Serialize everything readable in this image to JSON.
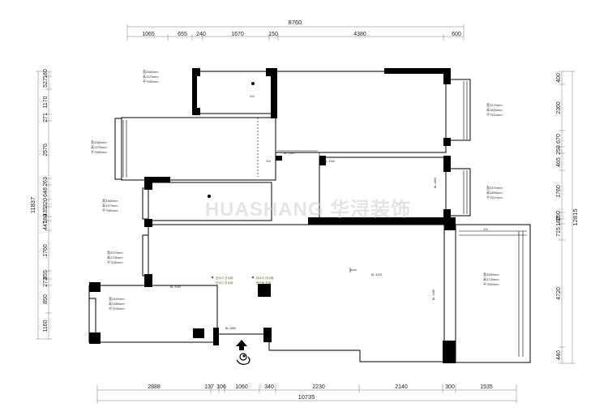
{
  "top_dims": {
    "total": "8760",
    "segments": [
      "1065",
      "655",
      "240",
      "1670",
      "150",
      "4380",
      "600"
    ]
  },
  "bottom_dims": {
    "total": "10735",
    "segments": [
      "2888",
      "137",
      "106",
      "1060",
      "340",
      "2230",
      "2140",
      "300",
      "1535"
    ]
  },
  "left_dims": {
    "total": "11837",
    "segments": [
      "180",
      "527",
      "1170",
      "271",
      "2570",
      "263",
      "648",
      "320",
      "435",
      "180",
      "447",
      "1760",
      "355",
      "273",
      "850",
      "1160"
    ]
  },
  "right_dims": {
    "total": "12815",
    "segments": [
      "400",
      "2360",
      "670",
      "258",
      "465",
      "1760",
      "250",
      "180",
      "715",
      "4720",
      "440"
    ]
  },
  "room_notes": [
    {
      "l1": "宽3380mm",
      "l2": "高1375mm",
      "l3": "平7980mm"
    },
    {
      "l1": "宽3380mm",
      "l2": "高1375mm",
      "l3": "平7980mm"
    },
    {
      "l1": "宽3380mm",
      "l2": "高1375mm",
      "l3": "平7980mm"
    },
    {
      "l1": "宽3370mm",
      "l2": "高1735mm",
      "l3": "平7630mm"
    },
    {
      "l1": "宽2440mm",
      "l2": "高1385mm",
      "l3": "平7930mm"
    },
    {
      "l1": "宽3370mm",
      "l2": "高1855mm",
      "l3": "平7510mm"
    },
    {
      "l1": "宽3370mm",
      "l2": "高1855mm",
      "l3": "平7510mm"
    },
    {
      "l1": "宽3550mm",
      "l2": "高1735mm",
      "l3": "平7650mm"
    }
  ],
  "beam_labels": [
    "BL 3180",
    "BL 3180",
    "BL 2880",
    "BL 3180",
    "BL 3180",
    "BL 2880",
    "BL 3200"
  ],
  "small_labels": [
    "310",
    "310",
    "210"
  ],
  "green_notes": [
    "进水口 总水阀",
    "进水口 总水阀",
    "排水口 排水管",
    "燃气管 总阀"
  ],
  "watermark": "HUASHANG 华浔装饰",
  "icons": {
    "entrance": "arrow-up-icon",
    "door-figure": "person-icon"
  }
}
